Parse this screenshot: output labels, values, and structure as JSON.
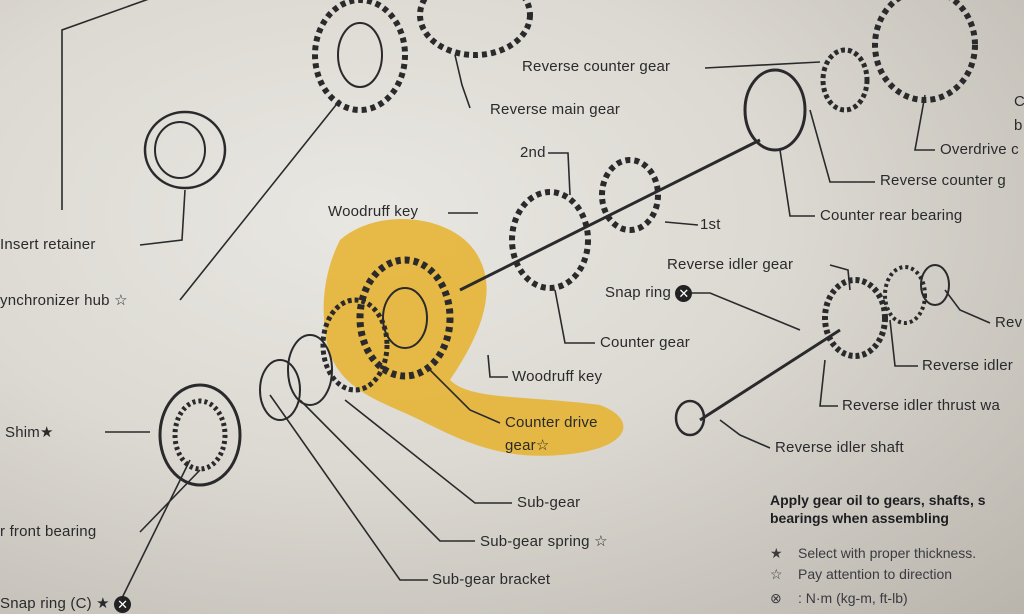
{
  "labels": {
    "reverse_counter_gear": "Reverse counter gear",
    "reverse_main_gear": "Reverse main gear",
    "overdrive": "Overdrive c",
    "right_c": "C",
    "right_b": "b",
    "reverse_counter_g": "Reverse counter g",
    "counter_rear_bearing": "Counter rear bearing",
    "second": "2nd",
    "first": "1st",
    "woodruff_key_1": "Woodruff key",
    "insert_retainer": "Insert retainer",
    "synchronizer_hub": "ynchronizer hub ☆",
    "reverse_idler_gear": "Reverse idler gear",
    "snap_ring_right": "Snap ring",
    "rev": "Rev",
    "reverse_idler": "Reverse idler",
    "counter_gear": "Counter gear",
    "woodruff_key_2": "Woodruff key",
    "reverse_idler_thrust": "Reverse idler thrust wa",
    "counter_drive_gear_1": "Counter drive",
    "counter_drive_gear_2": "gear☆",
    "reverse_idler_shaft": "Reverse idler shaft",
    "shim": "Shim★",
    "front_bearing": "r front bearing",
    "sub_gear": "Sub-gear",
    "sub_gear_spring": "Sub-gear spring ☆",
    "sub_gear_bracket": "Sub-gear bracket",
    "snap_ring_left": "Snap ring  (C) ★"
  },
  "note": {
    "line1": "Apply gear oil to gears, shafts, s",
    "line2": "bearings when assembling"
  },
  "legend": [
    {
      "symbol": "★",
      "text": "Select with proper thickness."
    },
    {
      "symbol": "☆",
      "text": "Pay attention to direction"
    },
    {
      "symbol": "⊗",
      "text": ": N·m (kg-m, ft-lb)"
    }
  ],
  "colors": {
    "highlight": "#e6b12c",
    "ink": "#2a2a2c"
  }
}
